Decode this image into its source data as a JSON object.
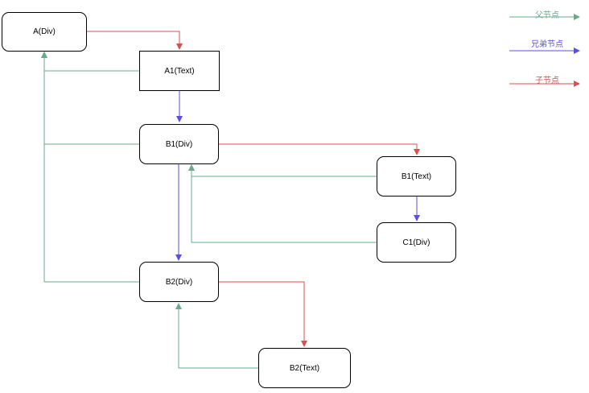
{
  "colors": {
    "parent": "#67ab8b",
    "sibling": "#5a4ee6",
    "child": "#d9514e"
  },
  "legend": [
    {
      "label": "父节点",
      "type": "parent"
    },
    {
      "label": "兄弟节点",
      "type": "sibling"
    },
    {
      "label": "子节点",
      "type": "child"
    }
  ],
  "nodes": [
    {
      "id": "A_Div",
      "label": "A(Div)"
    },
    {
      "id": "A1_Text",
      "label": "A1(Text)"
    },
    {
      "id": "B1_Div",
      "label": "B1(Div)"
    },
    {
      "id": "B1_Text",
      "label": "B1(Text)"
    },
    {
      "id": "C1_Div",
      "label": "C1(Div)"
    },
    {
      "id": "B2_Div",
      "label": "B2(Div)"
    },
    {
      "id": "B2_Text",
      "label": "B2(Text)"
    }
  ],
  "edges": [
    {
      "from": "A_Div",
      "to": "A1_Text",
      "type": "child"
    },
    {
      "from": "A1_Text",
      "to": "A_Div",
      "type": "parent"
    },
    {
      "from": "A1_Text",
      "to": "B1_Div",
      "type": "sibling"
    },
    {
      "from": "B1_Div",
      "to": "A_Div",
      "type": "parent"
    },
    {
      "from": "B1_Div",
      "to": "B1_Text",
      "type": "child"
    },
    {
      "from": "B1_Text",
      "to": "B1_Div",
      "type": "parent"
    },
    {
      "from": "B1_Text",
      "to": "C1_Div",
      "type": "sibling"
    },
    {
      "from": "C1_Div",
      "to": "B1_Div",
      "type": "parent"
    },
    {
      "from": "B1_Div",
      "to": "B2_Div",
      "type": "sibling"
    },
    {
      "from": "B2_Div",
      "to": "A_Div",
      "type": "parent"
    },
    {
      "from": "B2_Div",
      "to": "B2_Text",
      "type": "child"
    },
    {
      "from": "B2_Text",
      "to": "B2_Div",
      "type": "parent"
    }
  ]
}
